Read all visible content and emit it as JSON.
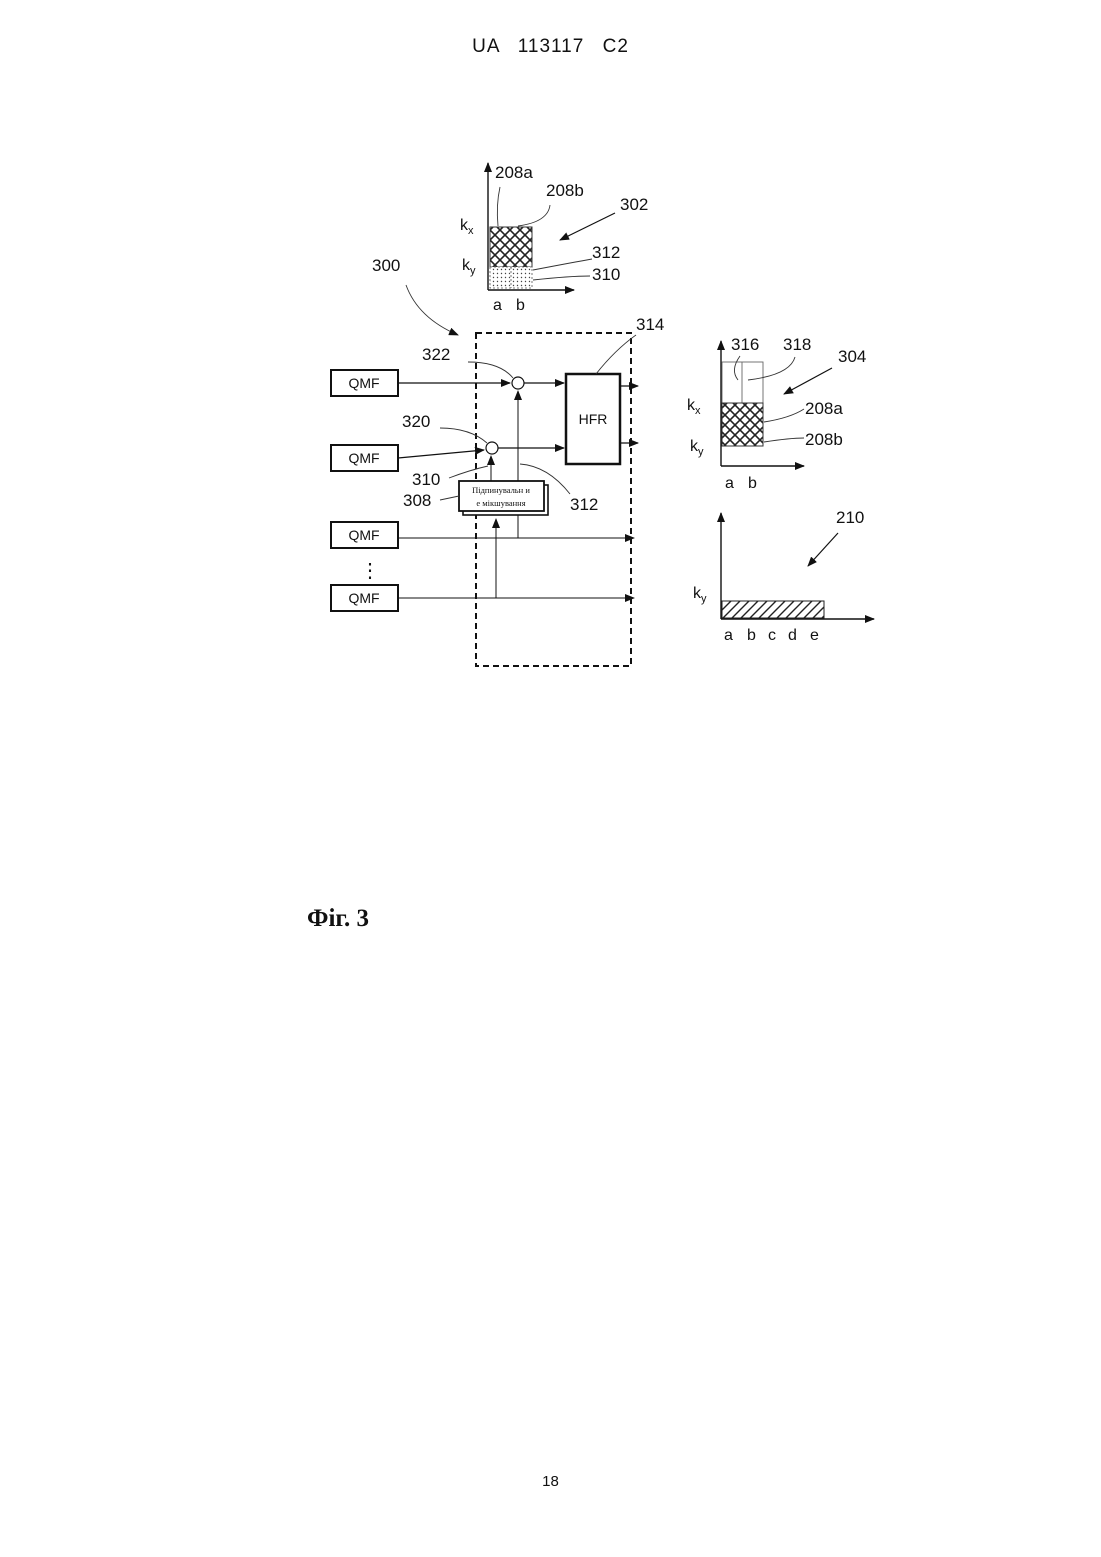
{
  "header": {
    "office": "UA",
    "number": "113117",
    "kind": "C2"
  },
  "figure": {
    "caption": "Фіг. 3",
    "blocks": {
      "qmf": [
        "QMF",
        "QMF",
        "QMF",
        "QMF"
      ],
      "hfr": "HFR",
      "combiner_line1": "Підпинувальн и",
      "combiner_line2": "е мікшування"
    },
    "refs": {
      "r300": "300",
      "r302": "302",
      "r304": "304",
      "r308": "308",
      "r310_top": "310",
      "r310_mid": "310",
      "r312_top": "312",
      "r312_mid": "312",
      "r314": "314",
      "r316": "316",
      "r318": "318",
      "r320": "320",
      "r322": "322",
      "r208a_top": "208a",
      "r208b_top": "208b",
      "r208a_right": "208a",
      "r208b_right": "208b",
      "r210": "210"
    },
    "plot_top": {
      "kx": "k",
      "kx_sub": "x",
      "ky": "k",
      "ky_sub": "y",
      "ticks": [
        "a",
        "b"
      ]
    },
    "plot_right": {
      "kx": "k",
      "kx_sub": "x",
      "ky": "k",
      "ky_sub": "y",
      "ticks": [
        "a",
        "b"
      ]
    },
    "plot_bottom": {
      "ky": "k",
      "ky_sub": "y",
      "ticks": [
        "a",
        "b",
        "c",
        "d",
        "e"
      ]
    },
    "ellipsis": "⋮"
  },
  "page_number": "18"
}
